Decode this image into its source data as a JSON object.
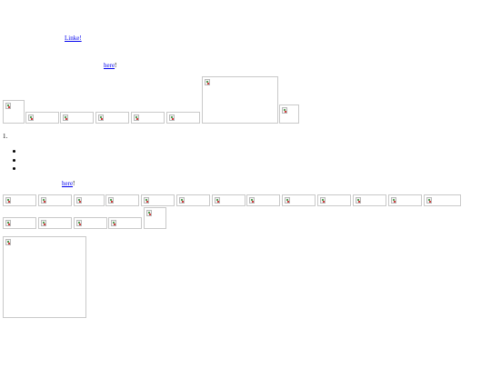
{
  "links": {
    "first": "Linke!",
    "second": "here",
    "second_suffix": "!",
    "third": "here",
    "third_suffix": "!"
  },
  "list": {
    "ordered_marker": "1."
  },
  "icons": {
    "placeholder": "broken-image-icon"
  },
  "colors": {
    "link": "#0000ee",
    "image_border": "#c9c9c9"
  }
}
